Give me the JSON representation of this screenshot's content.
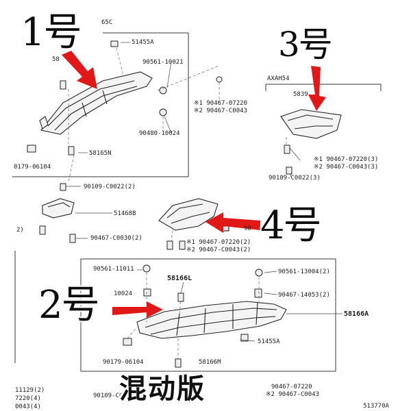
{
  "callouts": {
    "no1": "1号",
    "no2": "2号",
    "no3": "3号",
    "no4": "4号"
  },
  "banner": "混动版",
  "diagram_code": "513770A",
  "section_header": "AXAH54",
  "section_header_top": "65C",
  "parts": {
    "p51455A_top": "51455A",
    "p58_top": "58",
    "p90561_10021": "90561-10021",
    "p90480_10024": "90480-10024",
    "p90467_07220_note1": "※1 90467-07220",
    "p90467_C0043_note2": "※2 90467-C0043",
    "p58165N": "58165N",
    "p90179_06104_top": "0179-06104",
    "p90109_C0022_2": "90109-C0022(2)",
    "p5839": "5839",
    "p90467_07220_3": "※1 90467-07220(3)",
    "p90467_C0043_3": "※2 90467-C0043(3)",
    "p90109_C0022_3": "90109-C0022(3)",
    "p51468B": "51468B",
    "p2_left": "2)",
    "p90467_C0030_2": "90467-C0030(2)",
    "p90467_07220_2": "※1 90467-07220(2)",
    "p90467_C0043_2": "※2 90467-C0043(2)",
    "p90_mid": "90",
    "p90561_11011": "90561-11011",
    "p58166L": "58166L",
    "p90561_13004_2": "90561-13004(2)",
    "p10024": "10024",
    "p90467_14053_2": "90467-14053(2)",
    "p58166A": "58166A",
    "p51455A_bottom": "51455A",
    "p90179_06104": "90179-06104",
    "p58166M": "58166M",
    "p90109_C0022_bot": "90109-C0022(2)",
    "p90467_07220_bot": "90467-07220",
    "p90467_C0043_bot": "※2 90467-C0043",
    "p11129_2": "11129(2)",
    "p7220_4": "7220(4)",
    "p0043_4": "0043(4)"
  }
}
